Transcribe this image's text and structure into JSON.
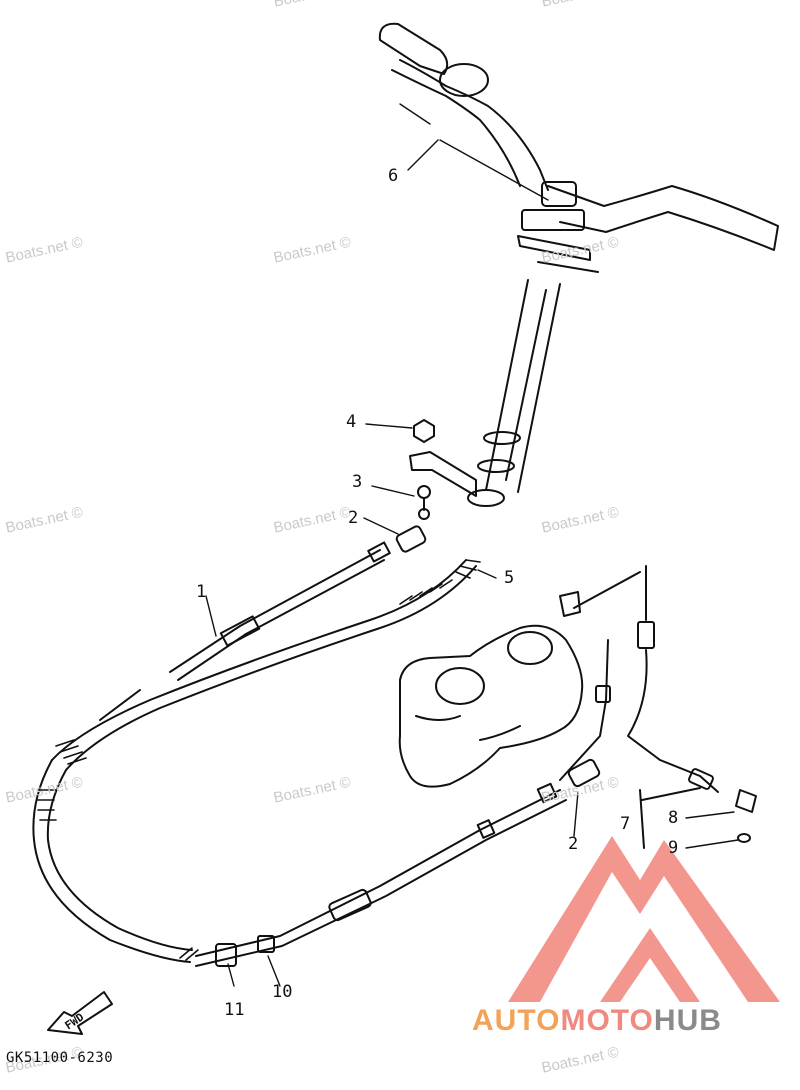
{
  "watermarks": [
    "Boats.net ©",
    "Boats.net ©",
    "Boats.net ©",
    "Boats.net ©",
    "Boats.net ©",
    "Boats.net ©",
    "Boats.net ©",
    "Boats.net ©",
    "Boats.net ©",
    "Boats.net ©",
    "Boats.net ©",
    "Boats.net ©",
    "Boats.net ©"
  ],
  "callouts": {
    "c1": "1",
    "c2a": "2",
    "c2b": "2",
    "c3": "3",
    "c4": "4",
    "c5": "5",
    "c6": "6",
    "c7": "7",
    "c8": "8",
    "c9": "9",
    "c10": "10",
    "c11": "11"
  },
  "fwd_label": "FWD",
  "diagram_code": "GK51100-6230",
  "brand": {
    "part1": "AUTO",
    "part2": "MOTO",
    "part3": "HUB",
    "color1": "#f2a35a",
    "color2": "#f08a80",
    "color3": "#8a8a8a",
    "logo_color": "#f28b82"
  }
}
